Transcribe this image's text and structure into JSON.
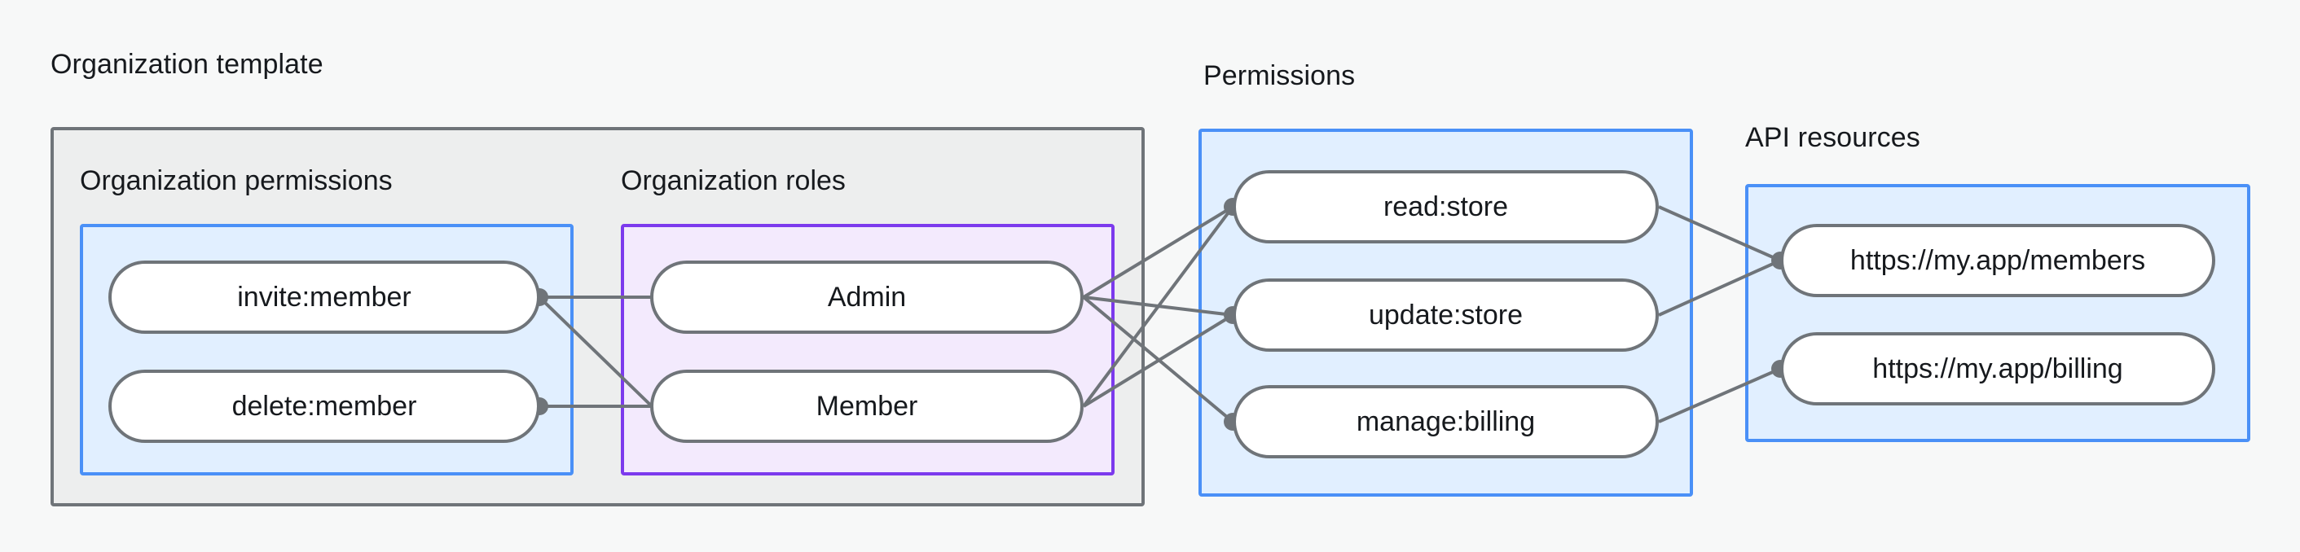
{
  "diagram": {
    "title": "Organization template diagram",
    "background_color": "#f7f8f8",
    "groups": {
      "org_template": {
        "label": "Organization template",
        "border_color": "#6f7479",
        "fill_color": "#edeeee"
      },
      "org_permissions": {
        "label": "Organization permissions",
        "border_color": "#4a90f7",
        "fill_color": "#e1efff"
      },
      "org_roles": {
        "label": "Organization roles",
        "border_color": "#7c3aed",
        "fill_color": "#f3eafd"
      },
      "permissions": {
        "label": "Permissions",
        "border_color": "#4a90f7",
        "fill_color": "#e1efff"
      },
      "api_resources": {
        "label": "API resources",
        "border_color": "#4a90f7",
        "fill_color": "#e1efff"
      }
    },
    "nodes": {
      "org_permissions": [
        {
          "id": "invite-member",
          "label": "invite:member"
        },
        {
          "id": "delete-member",
          "label": "delete:member"
        }
      ],
      "org_roles": [
        {
          "id": "admin",
          "label": "Admin"
        },
        {
          "id": "member",
          "label": "Member"
        }
      ],
      "permissions": [
        {
          "id": "read-store",
          "label": "read:store"
        },
        {
          "id": "update-store",
          "label": "update:store"
        },
        {
          "id": "manage-billing",
          "label": "manage:billing"
        }
      ],
      "api_resources": [
        {
          "id": "url-members",
          "label": "https://my.app/members"
        },
        {
          "id": "url-billing",
          "label": "https://my.app/billing"
        }
      ]
    },
    "edges": [
      {
        "from": "invite-member",
        "to": "admin"
      },
      {
        "from": "invite-member",
        "to": "member"
      },
      {
        "from": "delete-member",
        "to": "member"
      },
      {
        "from": "admin",
        "to": "read-store"
      },
      {
        "from": "admin",
        "to": "update-store"
      },
      {
        "from": "admin",
        "to": "manage-billing"
      },
      {
        "from": "member",
        "to": "read-store"
      },
      {
        "from": "member",
        "to": "update-store"
      },
      {
        "from": "read-store",
        "to": "url-members"
      },
      {
        "from": "update-store",
        "to": "url-members"
      },
      {
        "from": "manage-billing",
        "to": "url-billing"
      }
    ],
    "edge_color": "#6f7479"
  }
}
